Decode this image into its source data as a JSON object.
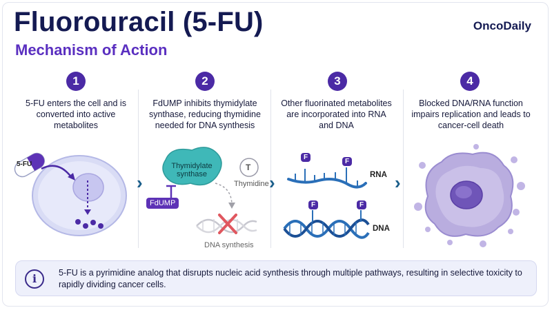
{
  "header": {
    "title": "Fluorouracil (5-FU)",
    "subtitle": "Mechanism of Action",
    "brand": "OncoDaily"
  },
  "steps": [
    {
      "number": "1",
      "text": "5-FU enters the cell and is converted into active metabolites",
      "pill_label": "5-FU"
    },
    {
      "number": "2",
      "text": "FdUMP inhibits thymidylate synthase, reducing thymidine needed for DNA synthesis",
      "enzyme_label": "Thymidylate synthase",
      "inhibitor_label": "FdUMP",
      "thymidine_symbol": "T",
      "thymidine_label": "Thymidine",
      "dna_label": "DNA synthesis"
    },
    {
      "number": "3",
      "text": "Other fluorinated metabolites are incorporated into RNA and DNA",
      "rna_label": "RNA",
      "dna_label": "DNA",
      "fluorine_symbol": "F"
    },
    {
      "number": "4",
      "text": "Blocked DNA/RNA function impairs replication and leads to cancer-cell death"
    }
  ],
  "footer": {
    "info_symbol": "i",
    "text": "5-FU is a pyrimidine analog that disrupts nucleic acid synthesis through multiple pathways, resulting in selective toxicity to rapidly dividing cancer cells."
  },
  "colors": {
    "navy": "#141a52",
    "purple": "#5a2fc0",
    "teal": "#3fb8b8",
    "chevron": "#1a5e8a"
  },
  "icons": [
    "info-icon",
    "chevron-right-icon",
    "capsule-icon",
    "cross-icon"
  ]
}
